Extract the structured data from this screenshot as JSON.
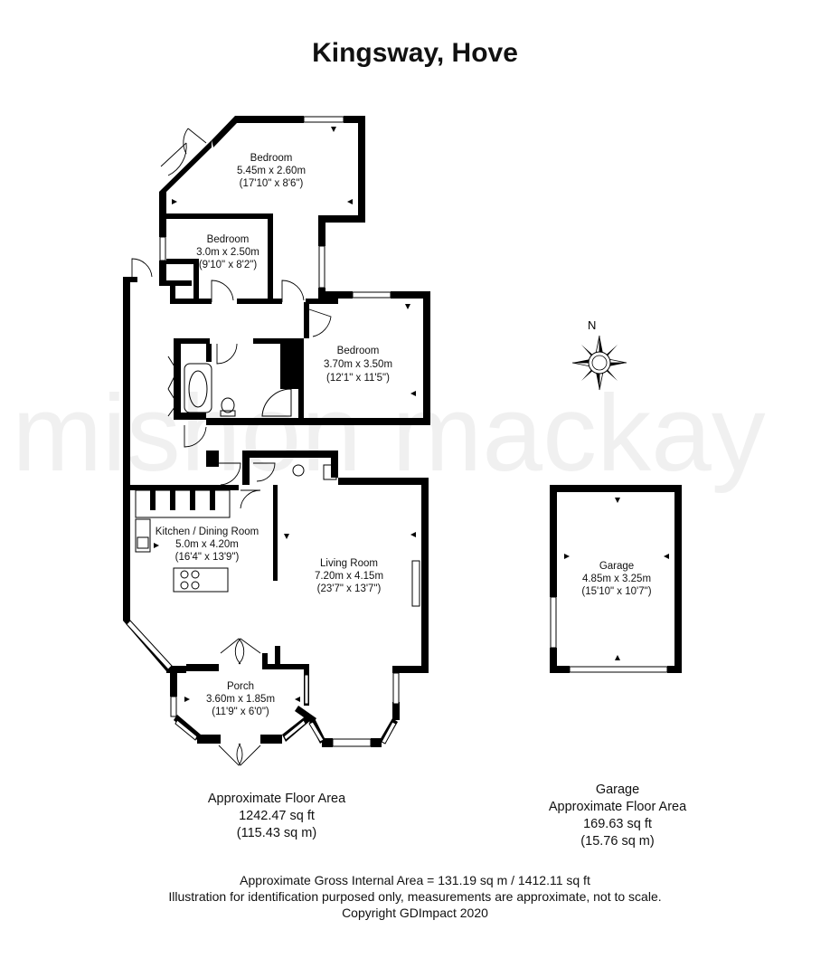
{
  "title": "Kingsway, Hove",
  "compass": {
    "north_label": "N"
  },
  "watermark": "mishon mackay",
  "rooms": [
    {
      "name": "Bedroom",
      "metric": "5.45m x 2.60m",
      "imperial": "(17'10\" x 8'6\")"
    },
    {
      "name": "Bedroom",
      "metric": "3.0m x 2.50m",
      "imperial": "(9'10\" x 8'2\")"
    },
    {
      "name": "Bedroom",
      "metric": "3.70m x 3.50m",
      "imperial": "(12'1\" x 11'5\")"
    },
    {
      "name": "Kitchen / Dining Room",
      "metric": "5.0m x 4.20m",
      "imperial": "(16'4\" x 13'9\")"
    },
    {
      "name": "Living Room",
      "metric": "7.20m x 4.15m",
      "imperial": "(23'7\" x 13'7\")"
    },
    {
      "name": "Porch",
      "metric": "3.60m x 1.85m",
      "imperial": "(11'9\" x 6'0\")"
    },
    {
      "name": "Garage",
      "metric": "4.85m x 3.25m",
      "imperial": "(15'10\" x 10'7\")"
    }
  ],
  "main_area": {
    "label": "Approximate Floor Area",
    "sqft": "1242.47 sq ft",
    "sqm": "(115.43 sq m)"
  },
  "garage_area": {
    "heading": "Garage",
    "label": "Approximate Floor Area",
    "sqft": "169.63 sq ft",
    "sqm": "(15.76 sq m)"
  },
  "footer": {
    "gross": "Approximate Gross Internal Area = 131.19 sq m / 1412.11 sq ft",
    "disclaimer": "Illustration for identification purposed only, measurements are approximate, not to scale.",
    "copyright": "Copyright GDImpact 2020"
  }
}
